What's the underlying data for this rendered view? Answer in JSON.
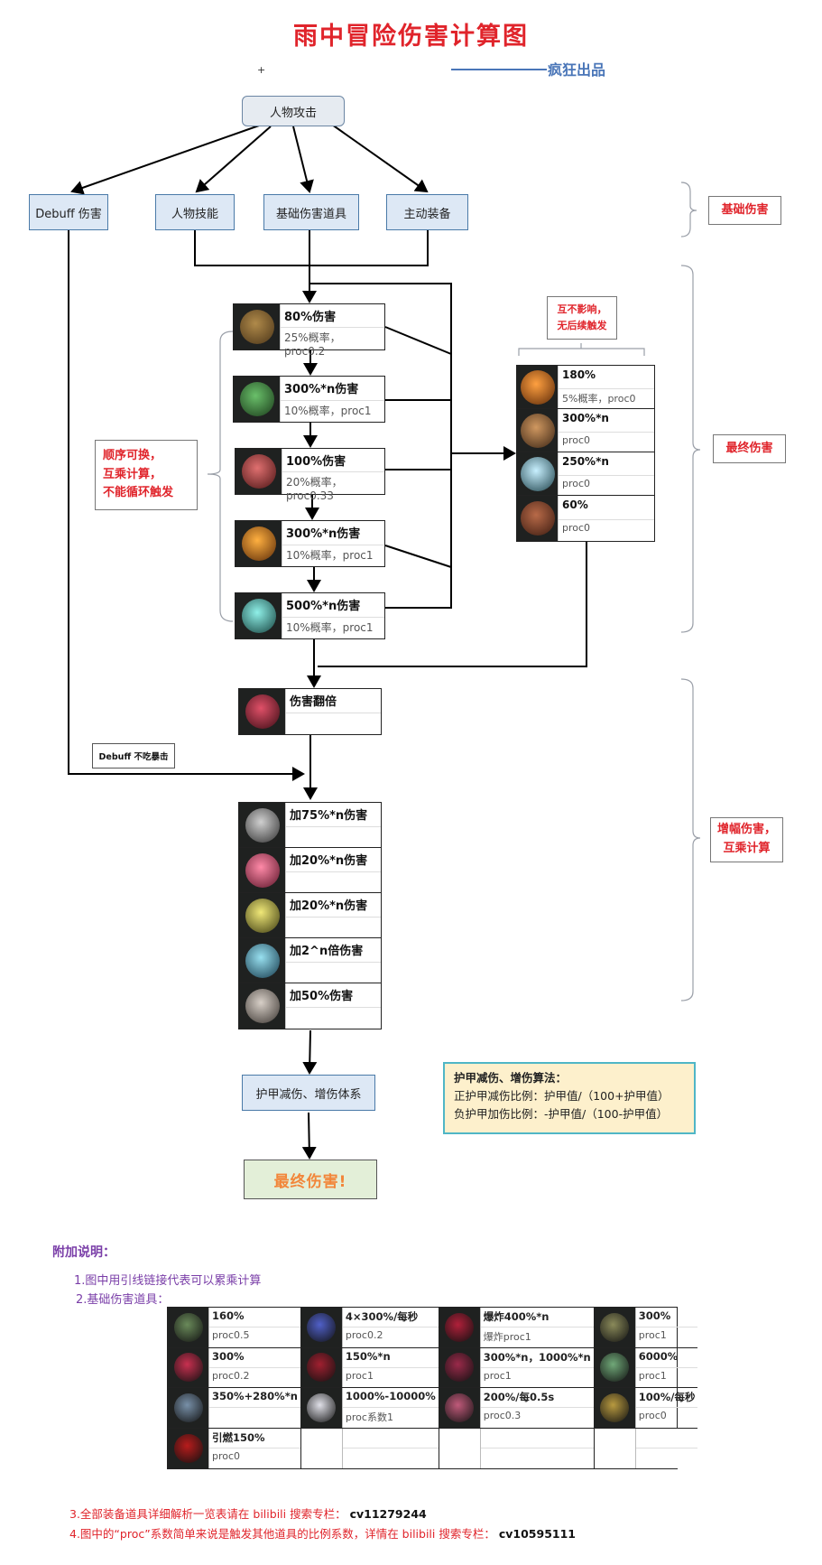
{
  "title": "雨中冒险伤害计算图",
  "author": "疯狂出品",
  "plus": "+",
  "nodes": {
    "attack": "人物攻击",
    "debuff": "Debuff 伤害",
    "skill": "人物技能",
    "base_items": "基础伤害道具",
    "active_equip": "主动装备",
    "armor": "护甲减伤、增伤体系",
    "final": "最终伤害!"
  },
  "labels": {
    "base_damage": "基础伤害",
    "final_damage": "最终伤害",
    "amp_damage": "增幅伤害，\n互乘计算",
    "order_note": "顺序可换，\n互乘计算，\n不能循环触发",
    "independent_note": "互不影响，\n无后续触发",
    "debuff_note": "Debuff 不吃暴击"
  },
  "chain_items": [
    {
      "text": "80%伤害",
      "sub": "25%概率，proc0.2",
      "icon": "ukulele-icon",
      "color": "#7a5a2a"
    },
    {
      "text": "300%*n伤害",
      "sub": "10%概率，proc1",
      "icon": "missile-launcher-icon",
      "color": "#3c9a3c"
    },
    {
      "text": "100%伤害",
      "sub": "20%概率，proc0.33",
      "icon": "chain-glasses-icon",
      "color": "#c84040"
    },
    {
      "text": "300%*n伤害",
      "sub": "10%概率，proc1",
      "icon": "fire-feather-icon",
      "color": "#e0801c"
    },
    {
      "text": "500%*n伤害",
      "sub": "10%概率，proc1",
      "icon": "lightning-charm-icon",
      "color": "#38b8b0"
    }
  ],
  "side_items": [
    {
      "text": "180%",
      "sub": "5%概率，proc0",
      "icon": "magnifier-icon",
      "color": "#e8761a"
    },
    {
      "text": "300%*n",
      "sub": "proc0",
      "icon": "bronze-band-icon",
      "color": "#a06a3a"
    },
    {
      "text": "250%*n",
      "sub": "proc0",
      "icon": "ice-ring-icon",
      "color": "#8fd6e8"
    },
    {
      "text": "60%",
      "sub": "proc0",
      "icon": "sausage-icon",
      "color": "#8a4a32"
    }
  ],
  "crit_item": {
    "text": "伤害翻倍",
    "sub": "",
    "icon": "sunglasses-icon",
    "color": "#b0203a"
  },
  "amp_items": [
    {
      "text": "加75%*n伤害",
      "icon": "crowbar-icon",
      "color": "#a0a0a0"
    },
    {
      "text": "加20%*n伤害",
      "icon": "pink-crystal-icon",
      "color": "#e0507a"
    },
    {
      "text": "加20%*n伤害",
      "icon": "golden-claw-icon",
      "color": "#c8c040"
    },
    {
      "text": "加2^n倍伤害",
      "icon": "blue-horn-icon",
      "color": "#58b0c8"
    },
    {
      "text": "加50%伤害",
      "icon": "skull-icon",
      "color": "#b0a8a0"
    }
  ],
  "formula": {
    "heading": "护甲减伤、增伤算法：",
    "line1": "正护甲减伤比例：护甲值/（100+护甲值）",
    "line2": "负护甲加伤比例：-护甲值/（100-护甲值）"
  },
  "extra": {
    "title": "附加说明：",
    "note1": "1.图中用引线链接代表可以累乘计算",
    "note2": "2.基础伤害道具："
  },
  "base_grid": [
    {
      "a": "160%",
      "b": "proc0.5",
      "icon": "vine-icon",
      "color": "#6a8a5a"
    },
    {
      "a": "4×300%/每秒",
      "b": "proc0.2",
      "icon": "snowflake-icon",
      "color": "#5060c8"
    },
    {
      "a": "爆炸400%*n",
      "b": "爆炸proc1",
      "icon": "mushroom-bomb-icon",
      "color": "#b0203a"
    },
    {
      "a": "300%",
      "b": "proc1",
      "icon": "goblin-head-icon",
      "color": "#8a8a5a"
    },
    {
      "a": "300%",
      "b": "proc0.2",
      "icon": "ice-cream-icon",
      "color": "#c83050"
    },
    {
      "a": "150%*n",
      "b": "proc1",
      "icon": "dagger-icon",
      "color": "#a02030"
    },
    {
      "a": "300%*n，1000%*n",
      "b": "proc1",
      "icon": "dark-orb-icon",
      "color": "#9a2a4a"
    },
    {
      "a": "6000%",
      "b": "proc1",
      "icon": "green-worm-icon",
      "color": "#70a878"
    },
    {
      "a": "350%+280%*n",
      "b": "",
      "icon": "canister-icon",
      "color": "#7890a8"
    },
    {
      "a": "1000%-10000%",
      "b": "proc系数1",
      "icon": "ring-chain-icon",
      "color": "#e0e0e8"
    },
    {
      "a": "200%/每0.5s",
      "b": "proc0.3",
      "icon": "fungus-icon",
      "color": "#c05a7a"
    },
    {
      "a": "100%/每秒",
      "b": "proc0",
      "icon": "gold-mask-icon",
      "color": "#b89a40"
    },
    {
      "a": "引燃150%",
      "b": "proc0",
      "icon": "red-book-icon",
      "color": "#b81c1c"
    },
    {
      "a": "",
      "b": "",
      "icon": "",
      "color": ""
    },
    {
      "a": "",
      "b": "",
      "icon": "",
      "color": ""
    },
    {
      "a": "",
      "b": "",
      "icon": "",
      "color": ""
    }
  ],
  "footnotes": {
    "n3": "3.全部装备道具详细解析一览表请在 bilibili 搜索专栏：",
    "n3_code": "cv11279244",
    "n4": "4.图中的“proc”系数简单来说是触发其他道具的比例系数，详情在 bilibili 搜索专栏：",
    "n4_code": "cv10595111"
  }
}
